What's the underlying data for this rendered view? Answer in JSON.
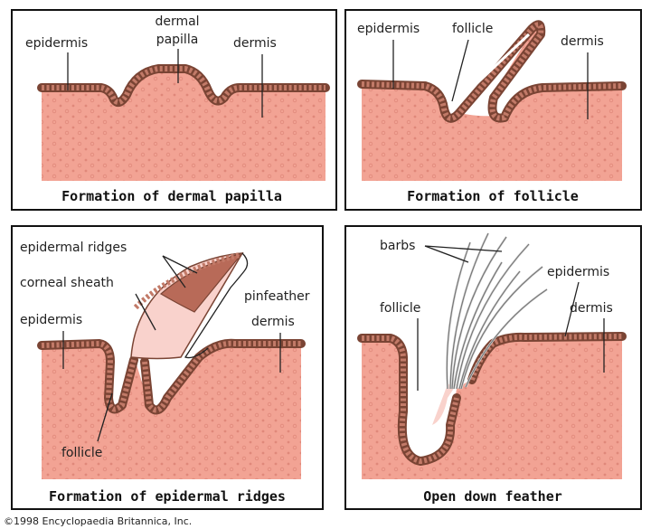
{
  "panels": [
    {
      "title": "Formation of dermal papilla",
      "labels": {
        "epidermis": "epidermis",
        "dermal": "dermal",
        "papilla": "papilla",
        "dermis": "dermis"
      }
    },
    {
      "title": "Formation of follicle",
      "labels": {
        "epidermis": "epidermis",
        "follicle": "follicle",
        "dermis": "dermis"
      }
    },
    {
      "title": "Formation of epidermal ridges",
      "labels": {
        "epidermal_ridges": "epidermal ridges",
        "corneal_sheath": "corneal sheath",
        "epidermis": "epidermis",
        "pinfeather": "pinfeather",
        "dermis": "dermis",
        "follicle": "follicle"
      }
    },
    {
      "title": "Open down feather",
      "labels": {
        "barbs": "barbs",
        "follicle": "follicle",
        "epidermis": "epidermis",
        "dermis": "dermis"
      }
    }
  ],
  "copyright": "©1998 Encyclopaedia Britannica, Inc.",
  "colors": {
    "dermis": "#f2a394",
    "epidermis": "#7a4434",
    "sheath": "#f9d2cc"
  }
}
